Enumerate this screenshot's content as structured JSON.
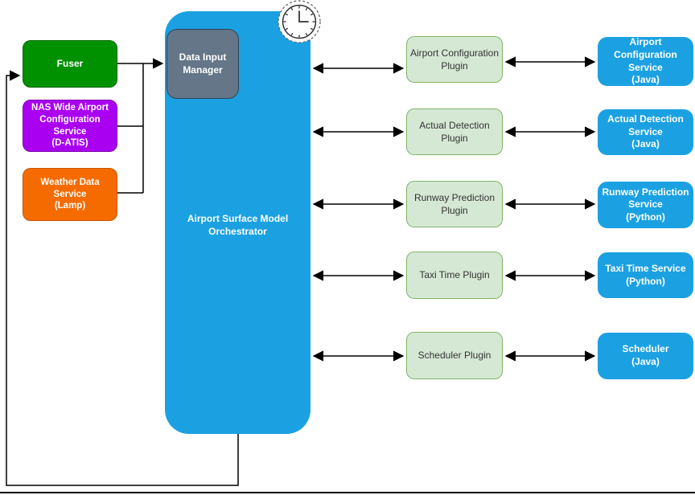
{
  "colors": {
    "source_green": "#009100",
    "source_purple": "#AA00F2",
    "source_orange": "#F66B00",
    "primary_blue": "#1BA1E2",
    "manager_gray": "#647687",
    "plugin_fill": "#D5E8D4",
    "plugin_border": "#82B366",
    "connector_black": "#000000"
  },
  "diagram": {
    "sources": [
      {
        "label": "Fuser"
      },
      {
        "label": "NAS Wide Airport\nConfiguration\nService\n(D-ATIS)"
      },
      {
        "label": "Weather Data Service\n(Lamp)"
      }
    ],
    "data_input_manager": "Data Input\nManager",
    "orchestrator": "Airport Surface Model\nOrchestrator",
    "clock_icon": "clock-icon",
    "rows": [
      {
        "plugin": "Airport Configuration\nPlugin",
        "service": "Airport Configuration\nService\n(Java)"
      },
      {
        "plugin": "Actual Detection\nPlugin",
        "service": "Actual Detection\nService\n(Java)"
      },
      {
        "plugin": "Runway Prediction\nPlugin",
        "service": "Runway Prediction\nService\n(Python)"
      },
      {
        "plugin": "Taxi Time Plugin",
        "service": "Taxi Time Service\n(Python)"
      },
      {
        "plugin": "Scheduler Plugin",
        "service": "Scheduler\n(Java)"
      }
    ]
  }
}
